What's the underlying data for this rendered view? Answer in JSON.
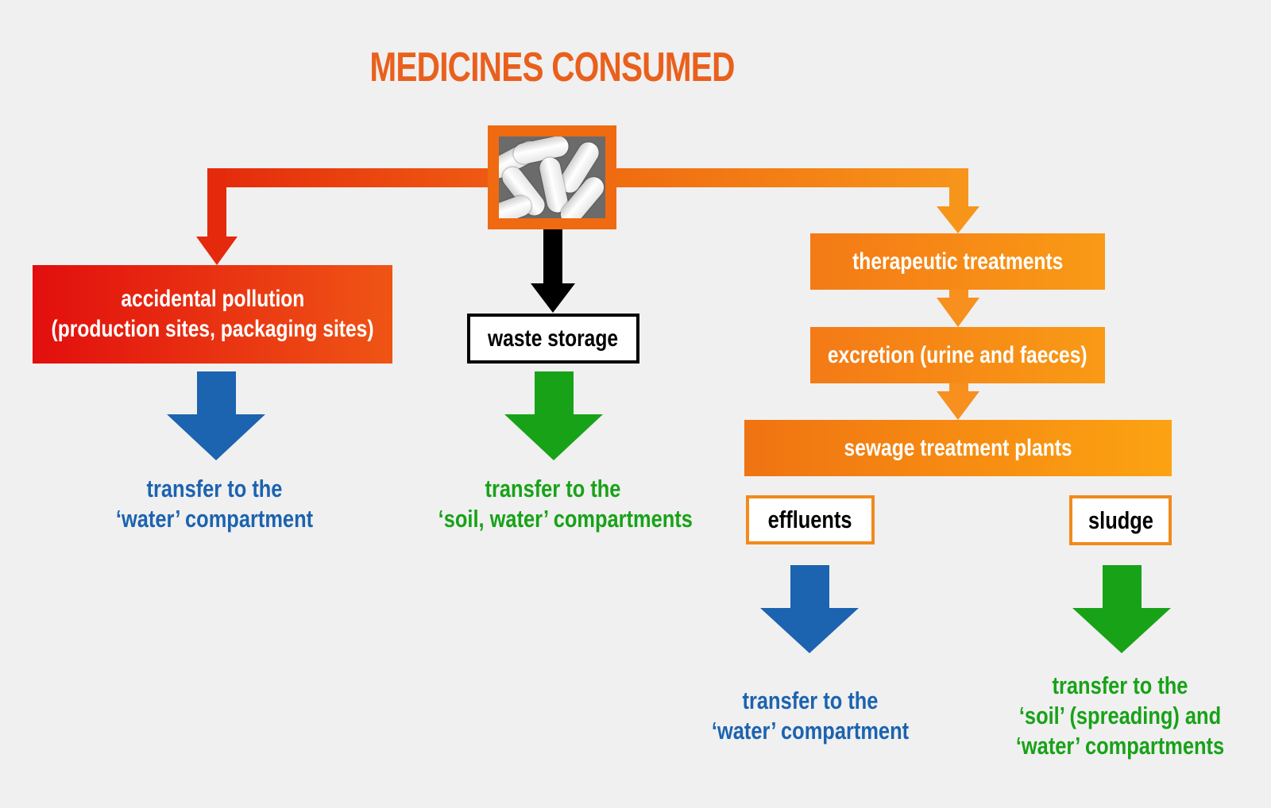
{
  "title": "MEDICINES CONSUMED",
  "image": {
    "alt_icon": "white-capsules-photo"
  },
  "boxes": {
    "accidental": {
      "line1": "accidental pollution",
      "line2": "(production sites, packaging sites)"
    },
    "waste": "waste storage",
    "therapeutic": "therapeutic treatments",
    "excretion": "excretion (urine and faeces)",
    "sewage": "sewage treatment plants",
    "effluents": "effluents",
    "sludge": "sludge"
  },
  "results": {
    "accidental": {
      "line1": "transfer to the",
      "line2": "‘water’ compartment"
    },
    "waste": {
      "line1": "transfer to the",
      "line2": "‘soil, water’ compartments"
    },
    "effluents": {
      "line1": "transfer to the",
      "line2": "‘water’ compartment"
    },
    "sludge": {
      "line1": "transfer to the",
      "line2": "‘soil’ (spreading) and",
      "line3": "‘water’ compartments"
    }
  },
  "colors": {
    "title": "#e9601d",
    "red": "#e20e0e",
    "orange": "#f7901e",
    "water_blue": "#1c63b0",
    "soil_green": "#18a218"
  }
}
